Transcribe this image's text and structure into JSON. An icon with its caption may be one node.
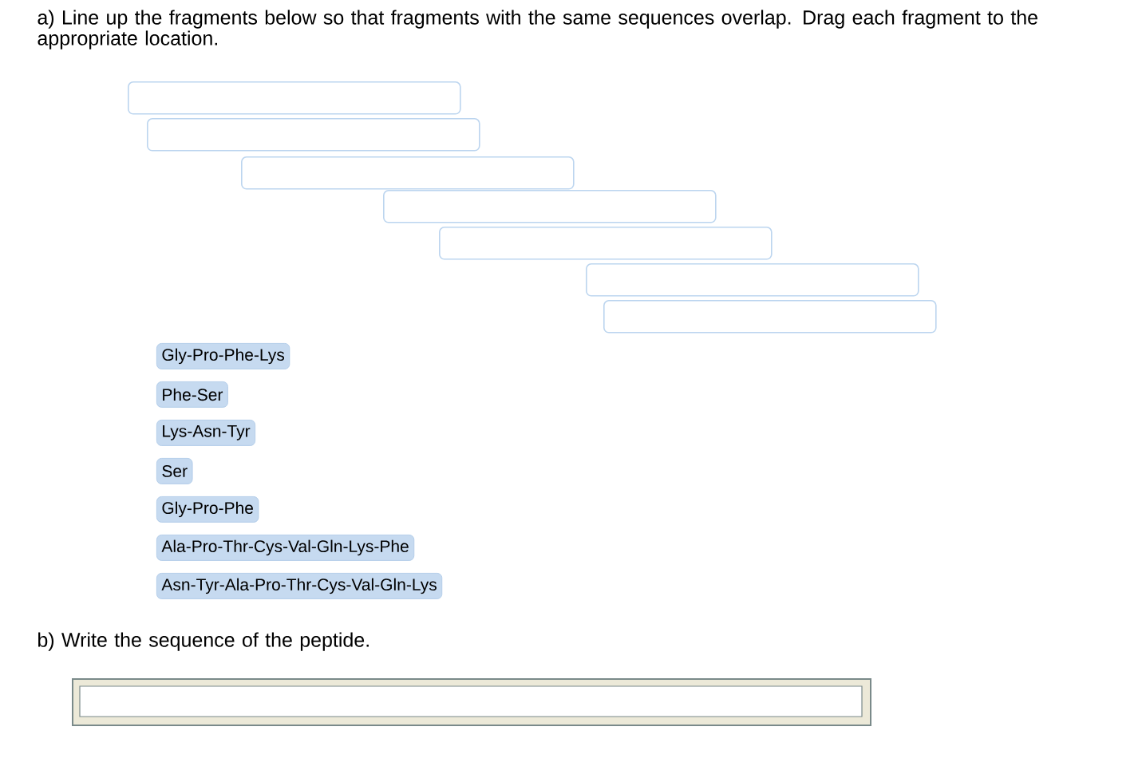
{
  "diagram": {
    "nodes": [
      {
        "text": [],
        "shape": "box"
      },
      {
        "text": [],
        "shape": "box"
      },
      {
        "text": [],
        "shape": "box"
      },
      {
        "text": [],
        "shape": "box"
      },
      {
        "text": [],
        "shape": "box"
      },
      {
        "text": [],
        "shape": "box"
      },
      {
        "text": [],
        "shape": "box"
      },
      {
        "text": [
          "Gly-Pro-Phe-Lys"
        ]
      },
      {
        "text": [
          "Phe-Ser"
        ]
      },
      {
        "text": [
          "Lys-Asn-Tyr"
        ]
      },
      {
        "text": [
          "Ser"
        ]
      },
      {
        "text": [
          "Gly-Pro-Phe"
        ]
      },
      {
        "text": [
          "Ala-Pro-Thr-Cys-Val-Gln-Lys-Phe"
        ]
      },
      {
        "text": [
          "Asn-Tyr-Ala-Pro-Thr-Cys-Val-Gln-Lys"
        ]
      },
      {
        "text": [],
        "shape": "box"
      }
    ],
    "labels": [
      "a) Line up the fragments below so that fragments with the same sequences overlap. Drag each fragment to the appropriate location.",
      "b) Write the sequence of the peptide."
    ]
  }
}
